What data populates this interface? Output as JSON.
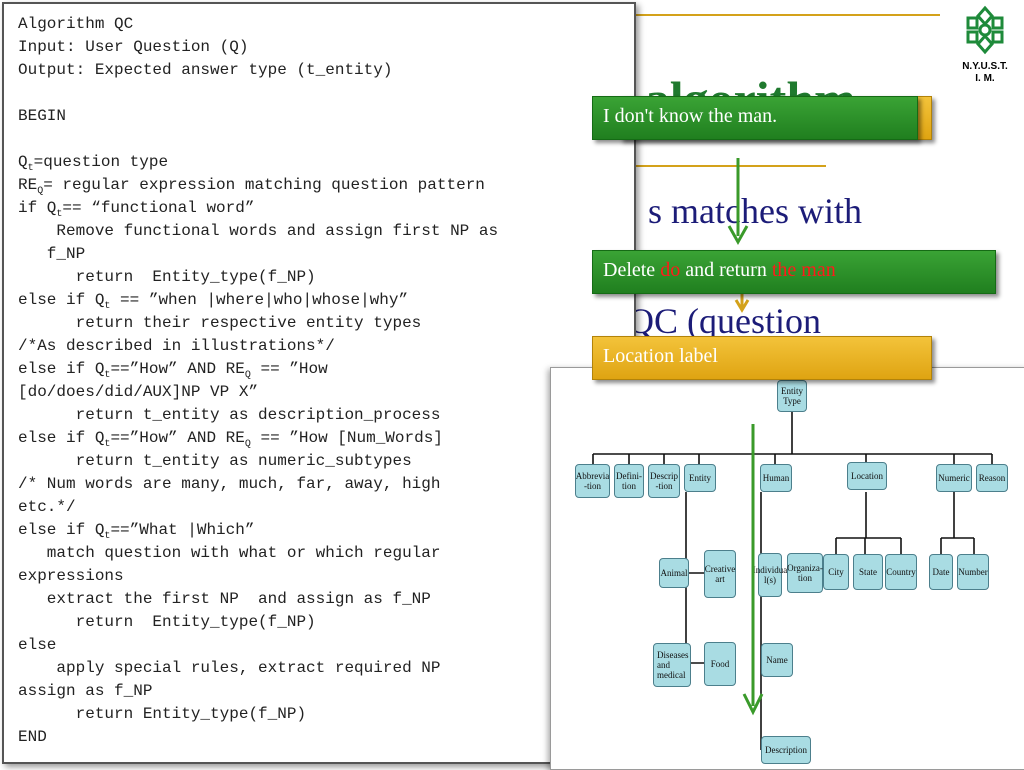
{
  "slide": {
    "title_fragment": "c algorithm",
    "text_line1": "s matches with",
    "text_line2": "QC (question",
    "logo_text_line1": "N.Y.U.S.T.",
    "logo_text_line2": "I. M."
  },
  "algorithm": {
    "lines": [
      "Algorithm QC",
      "Input: User Question (Q)",
      "Output: Expected answer type (t_entity)",
      "",
      "BEGIN",
      "",
      "Q<sub>t</sub>=question type",
      "RE<sub>Q</sub>= regular expression matching question pattern",
      "if Q<sub>t</sub>== “functional word”",
      "    Remove functional words and assign first NP as",
      "   f_NP",
      "      return  Entity_type(f_NP)",
      "else if Q<sub>t</sub> == ”when |where|who|whose|why”",
      "      return their respective entity types",
      "/*As described in illustrations*/",
      "else if Q<sub>t</sub>==”How” AND RE<sub>Q</sub> == ”How",
      "[do/does/did/AUX]NP VP X”",
      "      return t_entity as description_process",
      "else if Q<sub>t</sub>==”How” AND RE<sub>Q</sub> == ”How [Num_Words]",
      "      return t_entity as numeric_subtypes",
      "/* Num words are many, much, far, away, high",
      "etc.*/",
      "else if Q<sub>t</sub>==”What |Which”",
      "   match question with what or which regular",
      "expressions",
      "   extract the first NP  and assign as f_NP",
      "      return  Entity_type(f_NP)",
      "else",
      "    apply special rules, extract required NP",
      "assign as f_NP",
      "      return Entity_type(f_NP)",
      "END"
    ]
  },
  "callouts": {
    "box1": "I don't know the man.",
    "box2_prefix": "Delete ",
    "box2_red1": "do",
    "box2_middle": " and return ",
    "box2_red2": "the man",
    "box3": "Location label"
  },
  "diagram": {
    "root": "Entity Type",
    "level1": [
      "Abbrevia -tion",
      "Defini- tion",
      "Descrip -tion",
      "Entity",
      "Human",
      "Location",
      "Numeric",
      "Reason"
    ],
    "entity_children": [
      "Animal",
      "Creative art",
      "Diseases and medical",
      "Food"
    ],
    "human_children": [
      "Individua l(s)",
      "Organiza- tion",
      "Name",
      "Description"
    ],
    "location_children": [
      "City",
      "State",
      "Country"
    ],
    "numeric_children": [
      "Date",
      "Number"
    ]
  },
  "colors": {
    "green_callout": "#2a912a",
    "gold_callout": "#e8b020",
    "node_fill": "#a9dce3",
    "slide_title": "#1f7a2e",
    "slide_text": "#1c1c78",
    "arrow": "#3a9a2a"
  }
}
